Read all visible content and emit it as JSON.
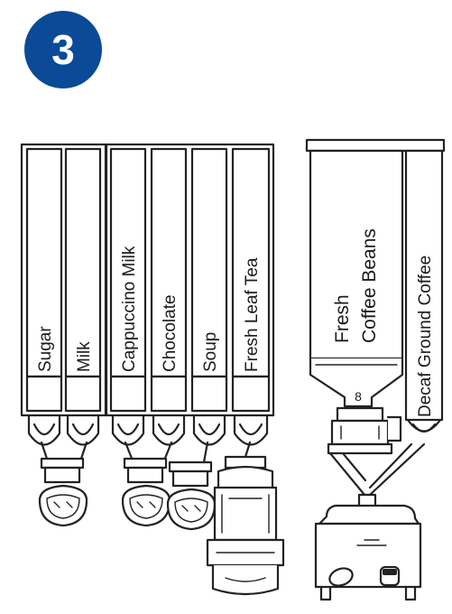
{
  "step": {
    "number": "3"
  },
  "colors": {
    "badge": "#0a4a97",
    "line": "#222222",
    "badge_text": "#ffffff"
  },
  "canisters": [
    {
      "label": "Sugar"
    },
    {
      "label": "Milk"
    },
    {
      "label": "Cappuccino Milk"
    },
    {
      "label": "Chocolate"
    },
    {
      "label": "Soup"
    },
    {
      "label": "Fresh Leaf Tea"
    }
  ],
  "bean_hopper": {
    "line1": "Fresh",
    "line2": "Coffee Beans"
  },
  "decaf_hopper": {
    "label": "Decaf Ground Coffee"
  },
  "marks": {
    "bean_hopper_number": "8"
  }
}
